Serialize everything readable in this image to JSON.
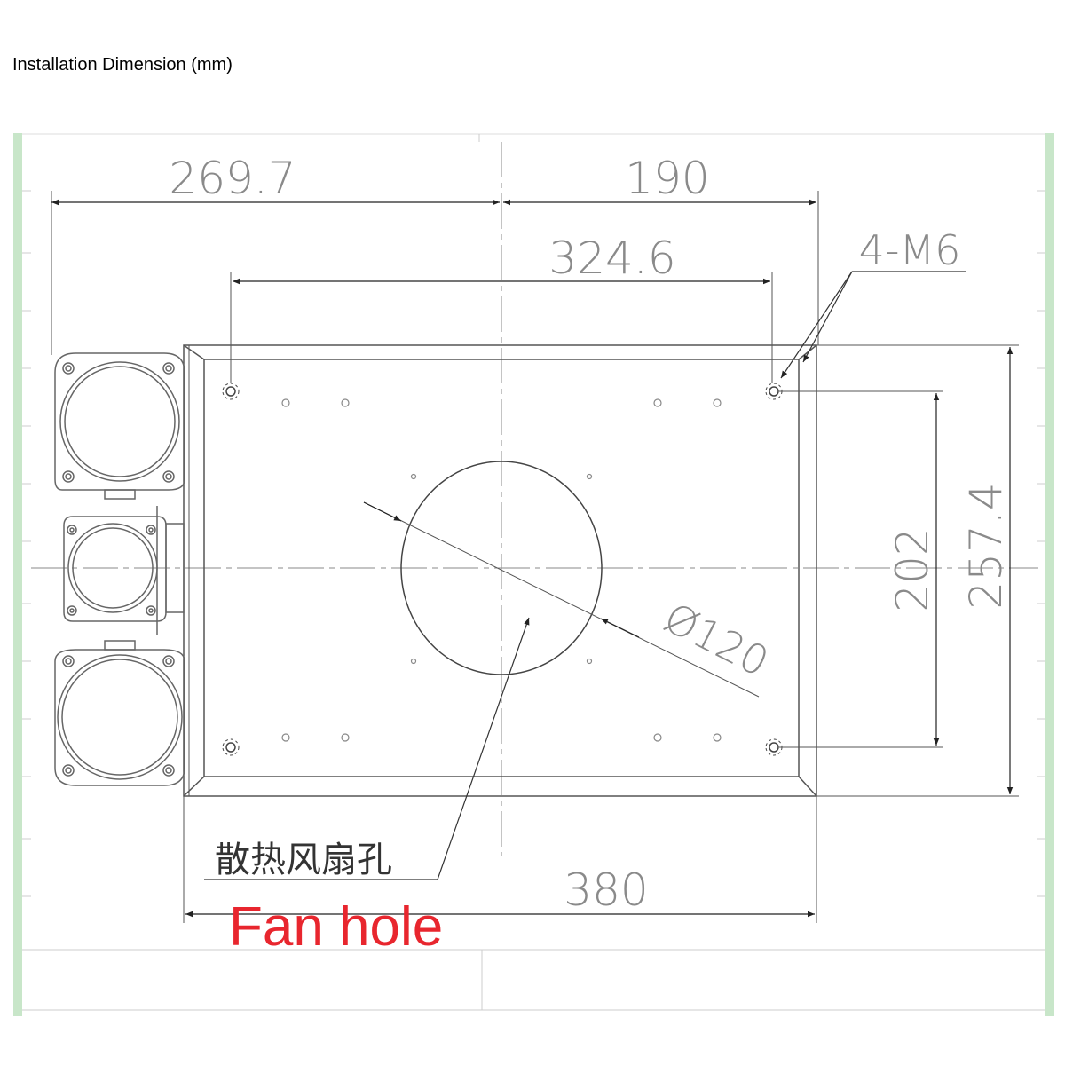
{
  "title": "Installation Dimension (mm)",
  "dimensions": {
    "top_left": "269.7",
    "top_right": "190",
    "hole_spacing_horizontal": "324.6",
    "screw_spec": "4-M6",
    "fan_diameter": "Ø120",
    "hole_spacing_vertical": "202",
    "overall_height": "257.4",
    "overall_width": "380"
  },
  "fan_label_chinese": "散热风扇孔",
  "fan_label_english": "Fan hole",
  "colors": {
    "line": "#555555",
    "dim_text": "#8a8a8a",
    "frame_green": "#c8e6c9",
    "fan_label": "#e8262e"
  }
}
